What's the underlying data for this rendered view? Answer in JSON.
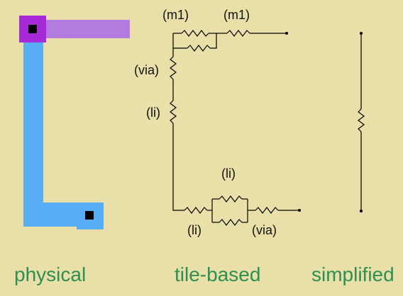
{
  "colors": {
    "background": "#e8e0a8",
    "li_layer": "#57aef4",
    "metal1_layer": "#b37bdf",
    "metal1_dark": "#a62ad8",
    "contact": "#000000",
    "caption": "#2f8f53",
    "wire": "#000000"
  },
  "labels": {
    "m1_left": "(m1)",
    "m1_right": "(m1)",
    "via_top": "(via)",
    "li_vertical": "(li)",
    "li_parallel": "(li)",
    "li_bottom": "(li)",
    "via_bottom": "(via)"
  },
  "captions": {
    "physical": "physical",
    "tile_based": "tile-based",
    "simplified": "simplified"
  }
}
